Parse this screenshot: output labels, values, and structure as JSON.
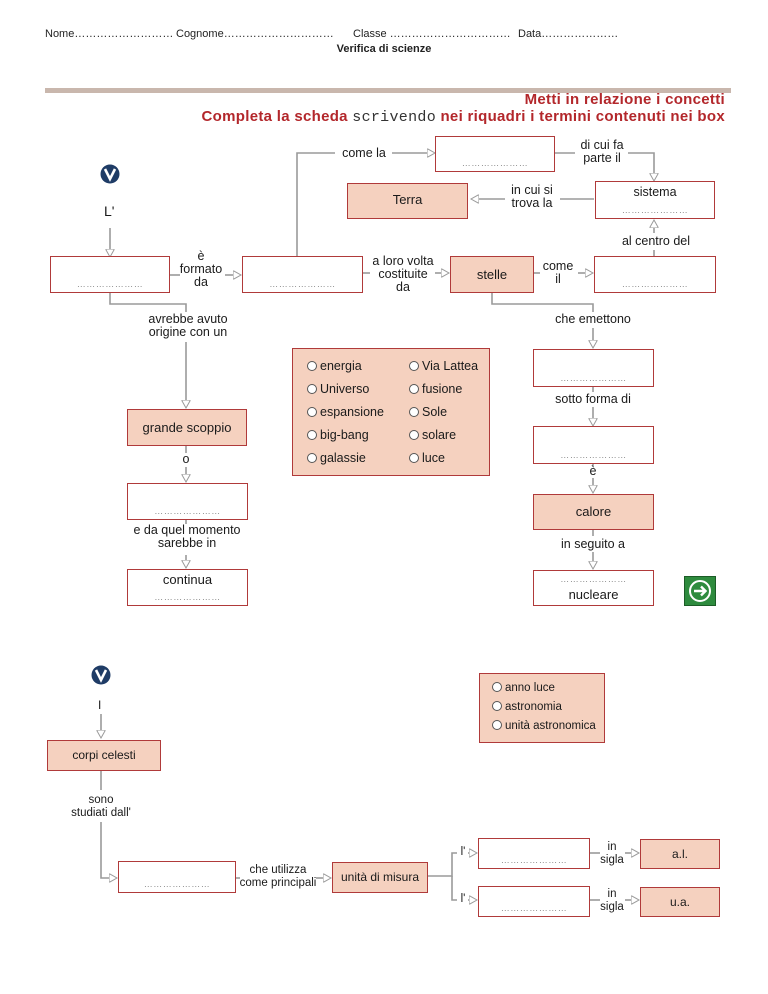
{
  "header": {
    "nome": "Nome………………………",
    "cognome": "Cognome…………………………",
    "classe": "Classe ……………………………",
    "data": "Data…………………",
    "title": "Verifica di scienze"
  },
  "banner": {
    "line1": "Metti in relazione i concetti",
    "line2_a": "Completa la scheda ",
    "line2_b": "scrivendo",
    "line2_c": " nei riquadri i termini contenuti nei box"
  },
  "blank": "…………………",
  "map1": {
    "start_label": "L'",
    "connectors": {
      "e_formato_da": "è\nformato\nda",
      "come_la": "come la",
      "di_cui_fa_parte_il": "di cui fa\nparte il",
      "in_cui_si_trova_la": "in cui si\ntrova la",
      "al_centro_del": "al centro del",
      "a_loro_volta": "a loro volta\ncostituite\nda",
      "come_il": "come\nil",
      "avrebbe_avuto": "avrebbe avuto\norigine con un",
      "o": "o",
      "e_da_quel_momento": "e da quel momento\nsarebbe in",
      "che_emettono": "che emettono",
      "sotto_forma_di": "sotto forma di",
      "e": "è",
      "in_seguito_a": "in seguito a"
    },
    "boxes": {
      "terra": "Terra",
      "sistema": "sistema",
      "stelle": "stelle",
      "grande_scoppio": "grande scoppio",
      "continua": "continua",
      "calore": "calore",
      "nucleare": "nucleare"
    },
    "options_left": [
      "energia",
      "Universo",
      "espansione",
      "big-bang",
      "galassie"
    ],
    "options_right": [
      "Via Lattea",
      "fusione",
      "Sole",
      "solare",
      "luce"
    ]
  },
  "map2": {
    "start_label": "I",
    "options": [
      "anno luce",
      "astronomia",
      "unità astronomica"
    ],
    "boxes": {
      "corpi_celesti": "corpi celesti",
      "unita_di_misura": "unità di misura",
      "al": "a.l.",
      "ua": "u.a."
    },
    "connectors": {
      "sono_studiati": "sono\nstudiati dall'",
      "che_utilizza": "che utilizza\ncome principali",
      "l1": "l'",
      "l2": "l'",
      "in_sigla_1": "in\nsigla",
      "in_sigla_2": "in\nsigla"
    }
  },
  "colors": {
    "accent": "#b3272b",
    "box_fill": "#f5d1bf",
    "box_border": "#b03a3a",
    "line": "#9a9a9a"
  }
}
